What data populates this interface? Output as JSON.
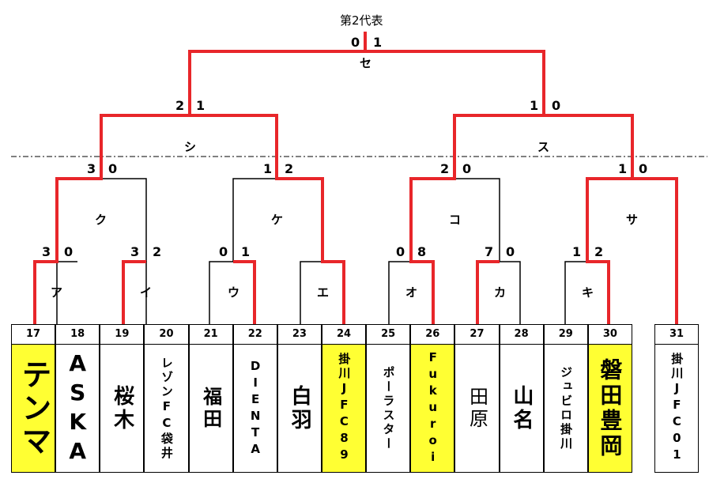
{
  "title": "第2代表",
  "match_labels": {
    "a": "ア",
    "i": "イ",
    "u": "ウ",
    "e": "エ",
    "o": "オ",
    "ka": "カ",
    "ki": "キ",
    "ku": "ク",
    "ke": "ケ",
    "ko": "コ",
    "sa": "サ",
    "shi": "シ",
    "su": "ス",
    "se": "セ"
  },
  "scores": {
    "a_l": "3",
    "a_r": "0",
    "i_l": "3",
    "i_r": "2",
    "u_l": "0",
    "u_r": "1",
    "o_l": "0",
    "o_r": "8",
    "ka_l": "7",
    "ka_r": "0",
    "ki_l": "1",
    "ki_r": "2",
    "ku_l": "3",
    "ku_r": "0",
    "ke_l": "1",
    "ke_r": "2",
    "ko_l": "2",
    "ko_r": "0",
    "sa_l": "1",
    "sa_r": "0",
    "shi_l": "2",
    "shi_r": "1",
    "su_l": "1",
    "su_r": "0",
    "se_l": "0",
    "se_r": "1"
  },
  "teams": [
    {
      "num": "17",
      "name": "テンマ",
      "highlight": true
    },
    {
      "num": "18",
      "name": "ASKA",
      "highlight": false
    },
    {
      "num": "19",
      "name": "桜木",
      "highlight": false
    },
    {
      "num": "20",
      "name": "レゾンFC袋井",
      "highlight": false
    },
    {
      "num": "21",
      "name": "福田",
      "highlight": false
    },
    {
      "num": "22",
      "name": "DIENTA",
      "highlight": false
    },
    {
      "num": "23",
      "name": "白羽",
      "highlight": false
    },
    {
      "num": "24",
      "name": "掛川JFC89",
      "highlight": true
    },
    {
      "num": "25",
      "name": "ポーラスター",
      "highlight": false
    },
    {
      "num": "26",
      "name": "Fukuroi",
      "highlight": true
    },
    {
      "num": "27",
      "name": "田原",
      "highlight": false
    },
    {
      "num": "28",
      "name": "山名",
      "highlight": false
    },
    {
      "num": "29",
      "name": "ジュビロ掛川",
      "highlight": false
    },
    {
      "num": "30",
      "name": "磐田豊岡",
      "highlight": true
    },
    {
      "num": "31",
      "name": "掛川JFC01",
      "highlight": false
    }
  ],
  "colors": {
    "winner_line": "#e8262a",
    "line": "#000000",
    "highlight": "#ffff33"
  }
}
